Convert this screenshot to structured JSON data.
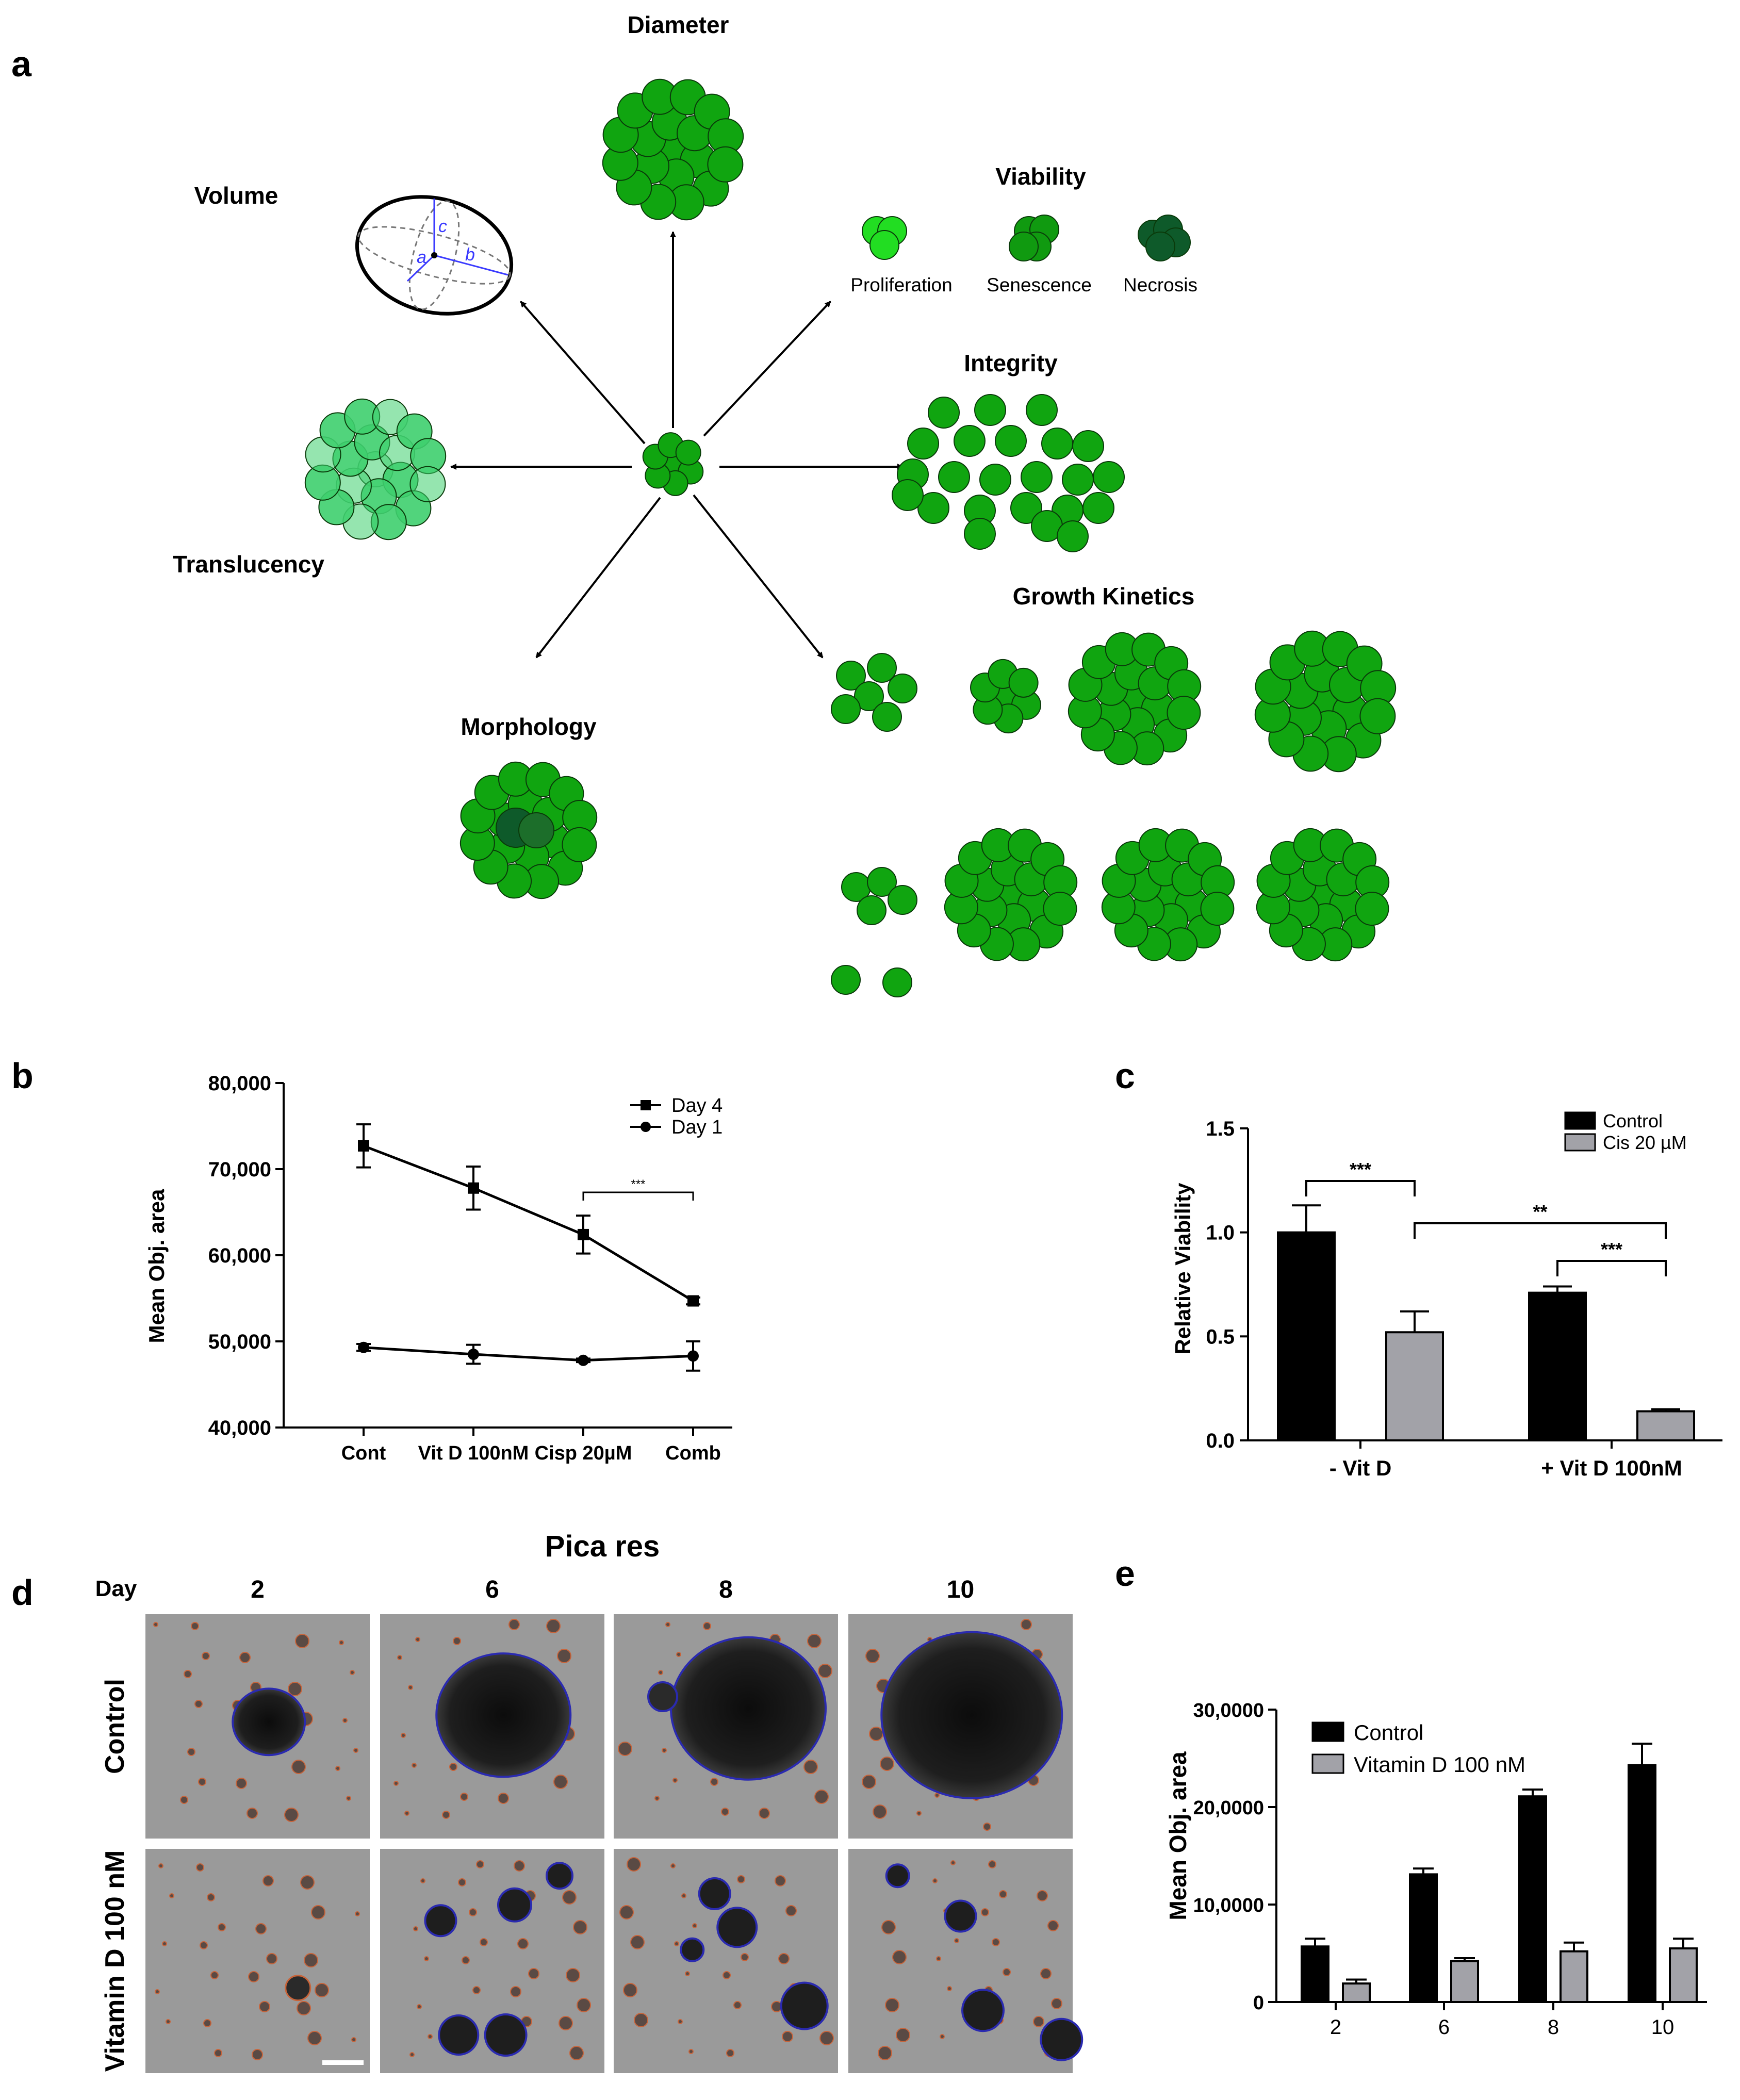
{
  "panel_letters": {
    "a": "a",
    "b": "b",
    "c": "c",
    "d": "d",
    "e": "e"
  },
  "panel_a": {
    "center": "",
    "branches": {
      "diameter": "Diameter",
      "volume": "Volume",
      "viability": "Viability",
      "integrity": "Integrity",
      "translucency": "Translucency",
      "growth_kinetics": "Growth Kinetics",
      "morphology": "Morphology"
    },
    "viability_states": [
      "Proliferation",
      "Senescence",
      "Necrosis"
    ],
    "ellipsoid_axes": {
      "a": "a",
      "b": "b",
      "c": "c"
    },
    "colors": {
      "cell_green": "#10a510",
      "proliferation": "#22dd22",
      "senescence": "#109a10",
      "necrosis": "#0e5a2a",
      "translucent": "#3ecf6e"
    }
  },
  "panel_d": {
    "title": "Pica res",
    "day_label": "Day",
    "days": [
      "2",
      "6",
      "8",
      "10"
    ],
    "rows": [
      "Control",
      "Vitamin D 100 nM"
    ],
    "image_description_colors": {
      "background": "#9a9a9a",
      "outline_blue": "#2a2ab0",
      "outline_orange": "#c8643a"
    }
  },
  "chart_data": [
    {
      "panel": "b",
      "type": "line",
      "categories": [
        "Cont",
        "Vit D 100nM",
        "Cisp 20µM",
        "Comb"
      ],
      "ylabel": "Mean Obj. area",
      "xlabel": "",
      "ylim": [
        40000,
        80000
      ],
      "yticks": [
        "40,000",
        "50,000",
        "60,000",
        "70,000",
        "80,000"
      ],
      "ytick_values": [
        40000,
        50000,
        60000,
        70000,
        80000
      ],
      "legend_position": "top-right",
      "series": [
        {
          "name": "Day 4",
          "marker": "square",
          "values": [
            72700,
            67800,
            62400,
            54700
          ],
          "errors": [
            2500,
            2500,
            2200,
            400
          ]
        },
        {
          "name": "Day 1",
          "marker": "circle",
          "values": [
            49300,
            48500,
            47800,
            48300
          ],
          "errors": [
            400,
            1100,
            200,
            1700
          ]
        }
      ],
      "annotations": [
        {
          "text": "***",
          "from": "Cisp 20µM",
          "to": "Comb"
        }
      ]
    },
    {
      "panel": "c",
      "type": "bar",
      "categories": [
        "- Vit D",
        "+ Vit D 100nM"
      ],
      "ylabel": "Relative Viability",
      "xlabel": "",
      "ylim": [
        0,
        1.5
      ],
      "yticks": [
        "0.0",
        "0.5",
        "1.0",
        "1.5"
      ],
      "ytick_values": [
        0,
        0.5,
        1.0,
        1.5
      ],
      "legend_position": "top-right",
      "series": [
        {
          "name": "Control",
          "color": "#000000",
          "values": [
            1.0,
            0.71
          ],
          "errors": [
            0.13,
            0.03
          ]
        },
        {
          "name": "Cis 20 µM",
          "color": "#a2a2a8",
          "values": [
            0.52,
            0.14
          ],
          "errors": [
            0.1,
            0.01
          ]
        }
      ],
      "annotations": [
        {
          "text": "***",
          "between": "Control - Vit D / Cis - Vit D"
        },
        {
          "text": "**",
          "between": "Cis - Vit D / Cis + Vit D"
        },
        {
          "text": "***",
          "between": "Control + Vit D / Cis + Vit D"
        }
      ]
    },
    {
      "panel": "e",
      "type": "bar",
      "categories": [
        "2",
        "6",
        "8",
        "10"
      ],
      "ylabel": "Mean Obj. area",
      "xlabel": "",
      "ylim": [
        0,
        300000
      ],
      "yticks": [
        "0",
        "10,0000",
        "20,0000",
        "30,0000"
      ],
      "ytick_values": [
        0,
        100000,
        200000,
        300000
      ],
      "legend_position": "top-left",
      "series": [
        {
          "name": "Control",
          "color": "#000000",
          "values": [
            57000,
            131000,
            211000,
            243000
          ],
          "errors": [
            8000,
            6000,
            7000,
            22000
          ]
        },
        {
          "name": "Vitamin D 100 nM",
          "color": "#a2a2a8",
          "values": [
            19000,
            42000,
            52000,
            55000
          ],
          "errors": [
            4000,
            3000,
            9000,
            10000
          ]
        }
      ]
    }
  ]
}
